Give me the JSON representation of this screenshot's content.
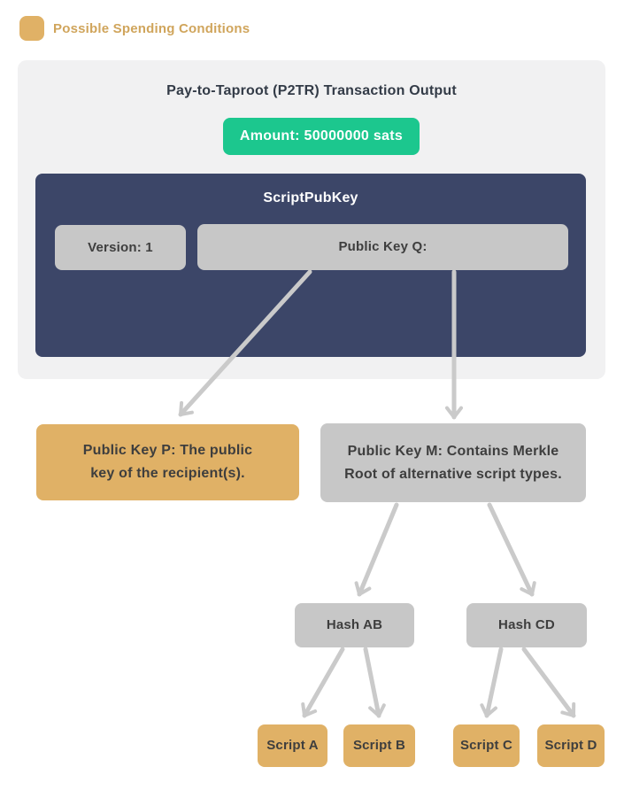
{
  "legend": {
    "label": "Possible Spending Conditions"
  },
  "panel": {
    "title": "Pay-to-Taproot (P2TR) Transaction Output",
    "amount_badge": "Amount: 50000000 sats",
    "scriptpubkey": {
      "label": "ScriptPubKey",
      "version": "Version: 1",
      "pubkey_q": "Public Key Q:"
    }
  },
  "nodes": {
    "pubkey_p": {
      "line1": "Public Key P: The public",
      "line2": "key of the recipient(s)."
    },
    "pubkey_m": {
      "line1": "Public Key M: Contains Merkle",
      "line2": "Root of alternative script types."
    },
    "hash_ab": {
      "label": "Hash AB"
    },
    "hash_cd": {
      "label": "Hash CD"
    },
    "script_a": {
      "label": "Script A"
    },
    "script_b": {
      "label": "Script B"
    },
    "script_c": {
      "label": "Script C"
    },
    "script_d": {
      "label": "Script D"
    }
  },
  "colors": {
    "gold": "#E0B166",
    "gold_text": "#D0A55C",
    "green": "#1CC78E",
    "navy": "#3C4668",
    "gray_box": "#C7C7C7",
    "panel_bg": "#F1F1F2",
    "arrow": "#CACACA",
    "dark_text": "#3E3E3E",
    "title_text": "#333B47",
    "white_text": "#FFFFFF"
  }
}
